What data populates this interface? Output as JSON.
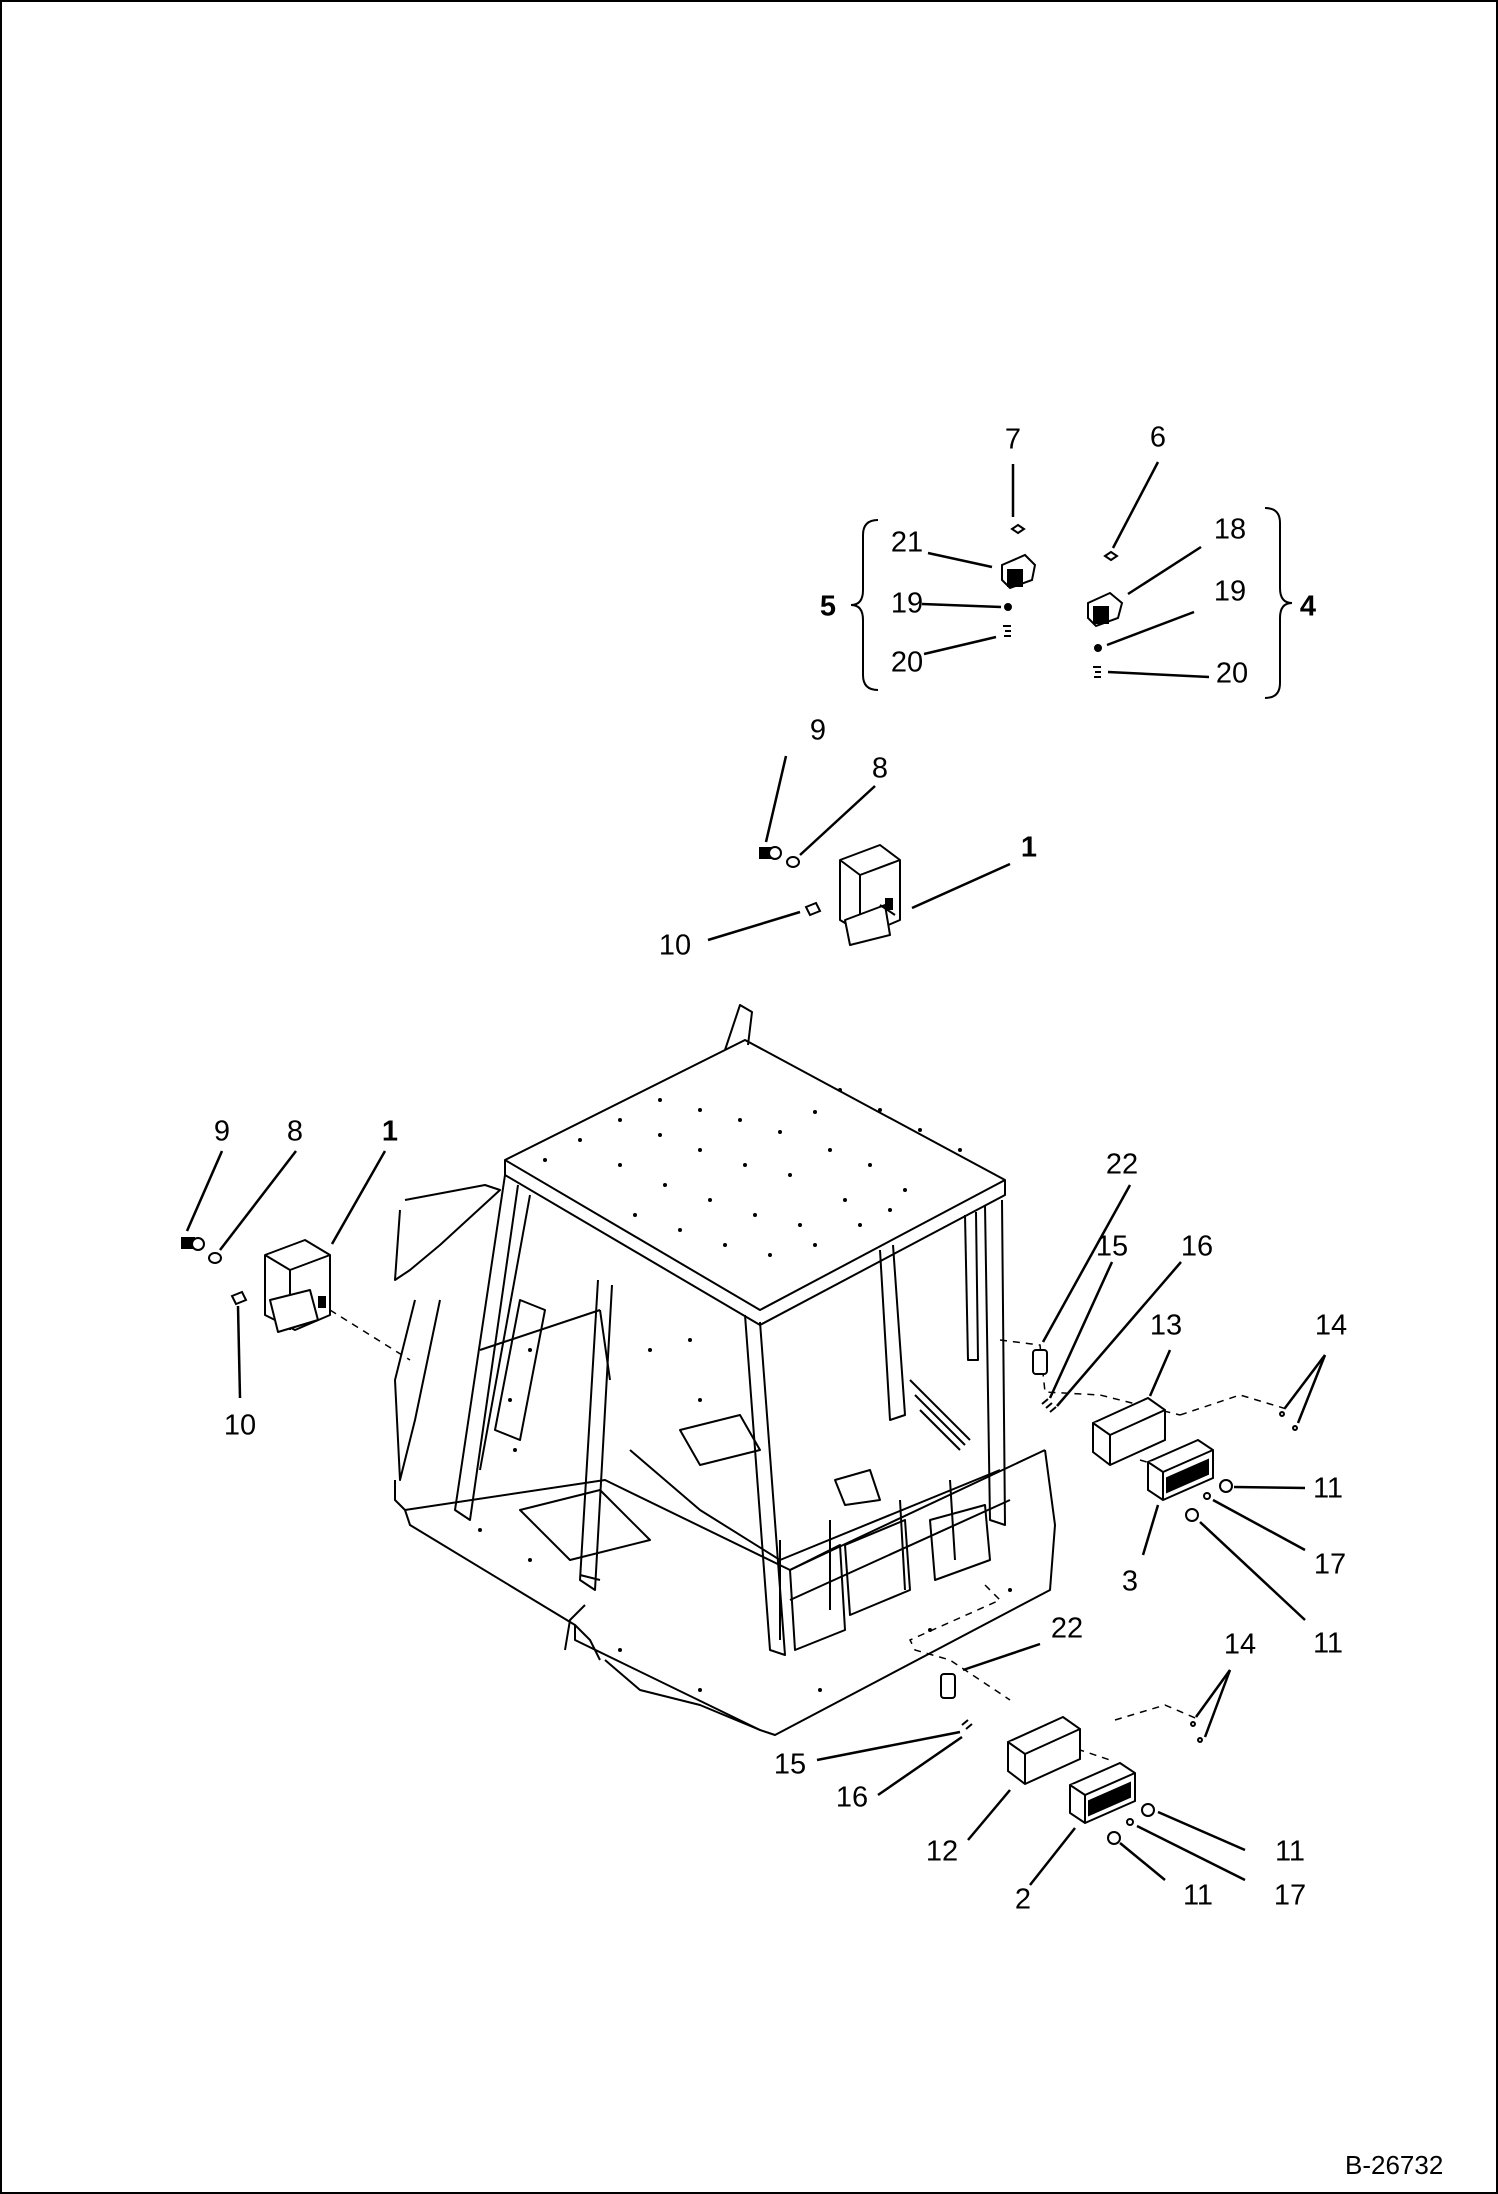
{
  "drawing_id": "B-26732",
  "callouts": {
    "c7": "7",
    "c6": "6",
    "c18": "18",
    "c21": "21",
    "c5": "5",
    "c19a": "19",
    "c20a": "20",
    "c19b": "19",
    "c20b": "20",
    "c4": "4",
    "c9top": "9",
    "c8top": "8",
    "c1top": "1",
    "c10top": "10",
    "c9left": "9",
    "c8left": "8",
    "c1left": "1",
    "c10left": "10",
    "c22a": "22",
    "c15a": "15",
    "c16a": "16",
    "c13": "13",
    "c14a": "14",
    "c11a": "11",
    "c17a": "17",
    "c3": "3",
    "c11b": "11",
    "c22b": "22",
    "c14b": "14",
    "c15b": "15",
    "c16b": "16",
    "c12": "12",
    "c2": "2",
    "c11c": "11",
    "c17b": "17",
    "c11d": "11"
  }
}
